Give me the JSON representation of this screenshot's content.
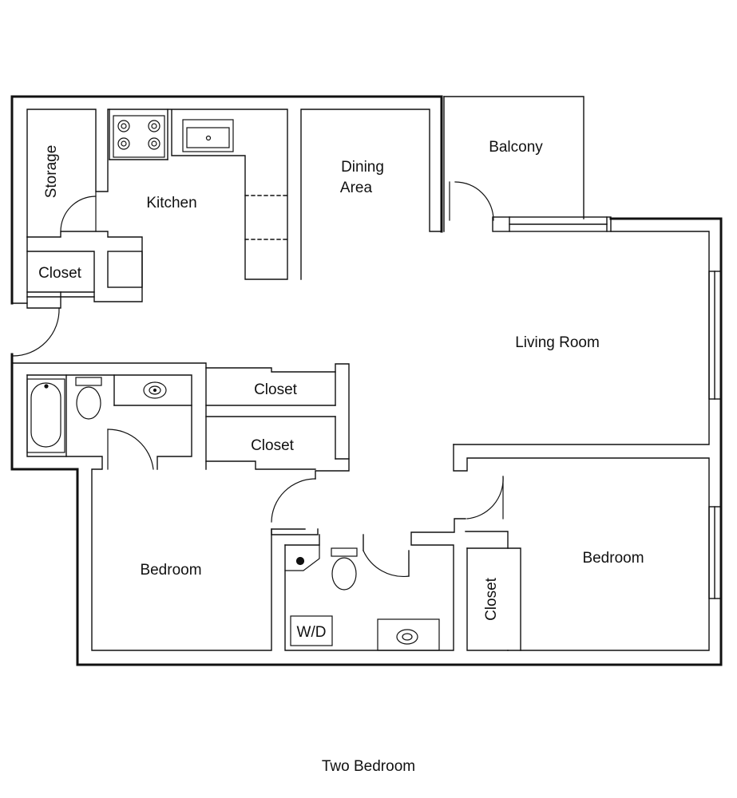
{
  "plan_title": "Two Bedroom",
  "rooms": {
    "storage": "Storage",
    "kitchen": "Kitchen",
    "dining_line1": "Dining",
    "dining_line2": "Area",
    "balcony": "Balcony",
    "closet_entry": "Closet",
    "living_room": "Living Room",
    "closet_hall_upper": "Closet",
    "closet_hall_lower": "Closet",
    "bedroom_left": "Bedroom",
    "bedroom_right": "Bedroom",
    "closet_right": "Closet",
    "laundry": "W/D"
  },
  "colors": {
    "wall": "#111111",
    "background": "#ffffff"
  }
}
